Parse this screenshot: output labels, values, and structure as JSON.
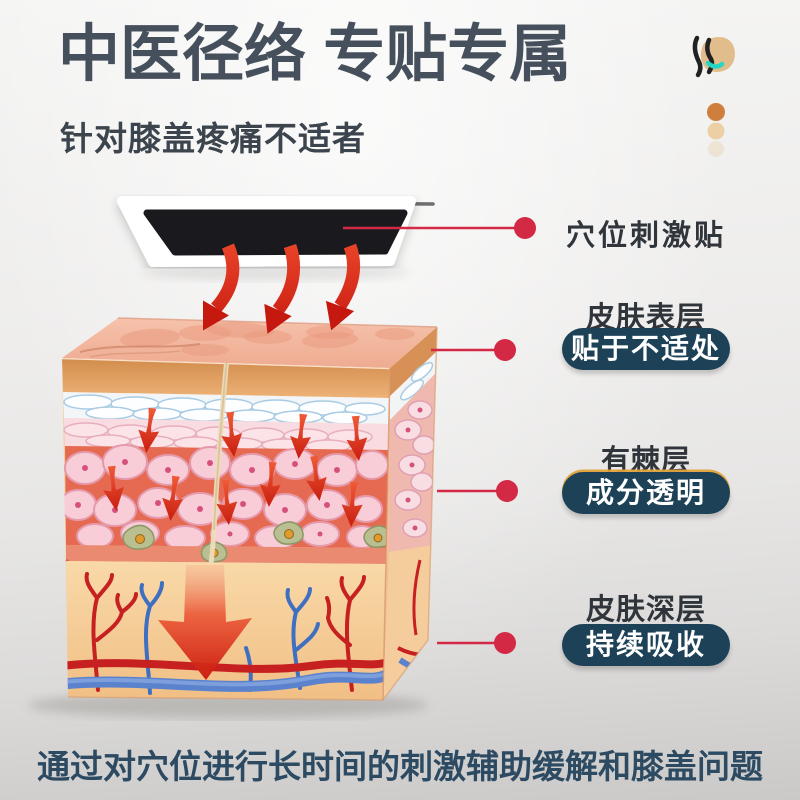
{
  "header": {
    "title": "中医径络 专贴专属",
    "subtitle": "针对膝盖疼痛不适者"
  },
  "callouts": [
    {
      "label": "穴位刺激贴",
      "pill": ""
    },
    {
      "label": "皮肤表层",
      "pill": "贴于不适处"
    },
    {
      "label": "有棘层",
      "pill": "成分透明"
    },
    {
      "label": "皮肤深层",
      "pill": "持续吸收"
    }
  ],
  "footer": {
    "text": "通过对穴位进行长时间的刺激辅助缓解和膝盖问题"
  },
  "icons": {
    "brand_logo": "knee-joint-icon",
    "callout_marker": "red-dot-with-line",
    "patch": "black-acupoint-patch",
    "flow_arrows": "red-downward-arrows"
  },
  "colors": {
    "title": "#46505c",
    "label_text": "#2f353b",
    "accent_red": "#d32945",
    "pill_bg": "#1d4156",
    "pill_text": "#ffffff",
    "pill_gold_rim": "#e2a23b",
    "footer_text": "#2d4a63",
    "patch_black": "#1a1a1e",
    "skin_tan": "#f2c088"
  }
}
